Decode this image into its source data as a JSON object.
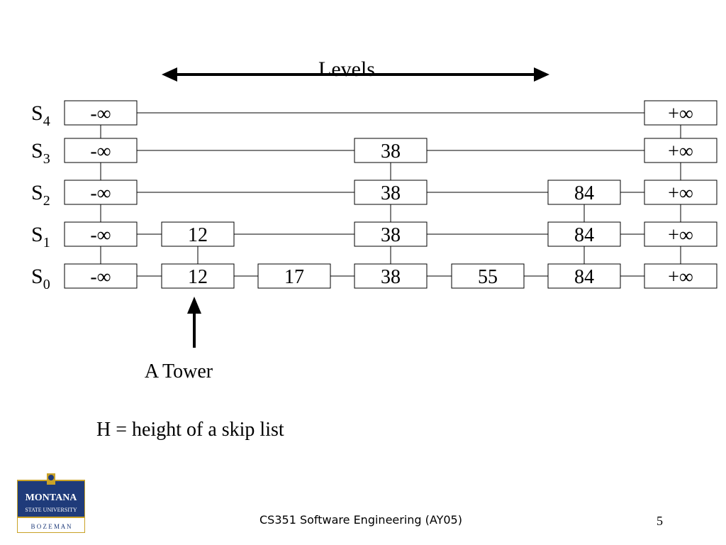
{
  "title": "Levels",
  "levels": [
    {
      "name": "S",
      "sub": "4",
      "nodes": [
        "-∞",
        "+∞"
      ]
    },
    {
      "name": "S",
      "sub": "3",
      "nodes": [
        "-∞",
        "38",
        "+∞"
      ]
    },
    {
      "name": "S",
      "sub": "2",
      "nodes": [
        "-∞",
        "38",
        "84",
        "+∞"
      ]
    },
    {
      "name": "S",
      "sub": "1",
      "nodes": [
        "-∞",
        "12",
        "38",
        "84",
        "+∞"
      ]
    },
    {
      "name": "S",
      "sub": "0",
      "nodes": [
        "-∞",
        "12",
        "17",
        "38",
        "55",
        "84",
        "+∞"
      ]
    }
  ],
  "tower_label": "A Tower",
  "height_note": "H = height of a skip list",
  "footer": {
    "course": "CS351 Software Engineering (AY05)",
    "page": "5"
  },
  "logo": {
    "line1": "MONTANA",
    "line2": "STATE UNIVERSITY",
    "line3": "B O Z E M A N"
  },
  "colors": {
    "logo_blue": "#1f3b7a",
    "logo_gold": "#c9a227",
    "line": "#000000"
  }
}
